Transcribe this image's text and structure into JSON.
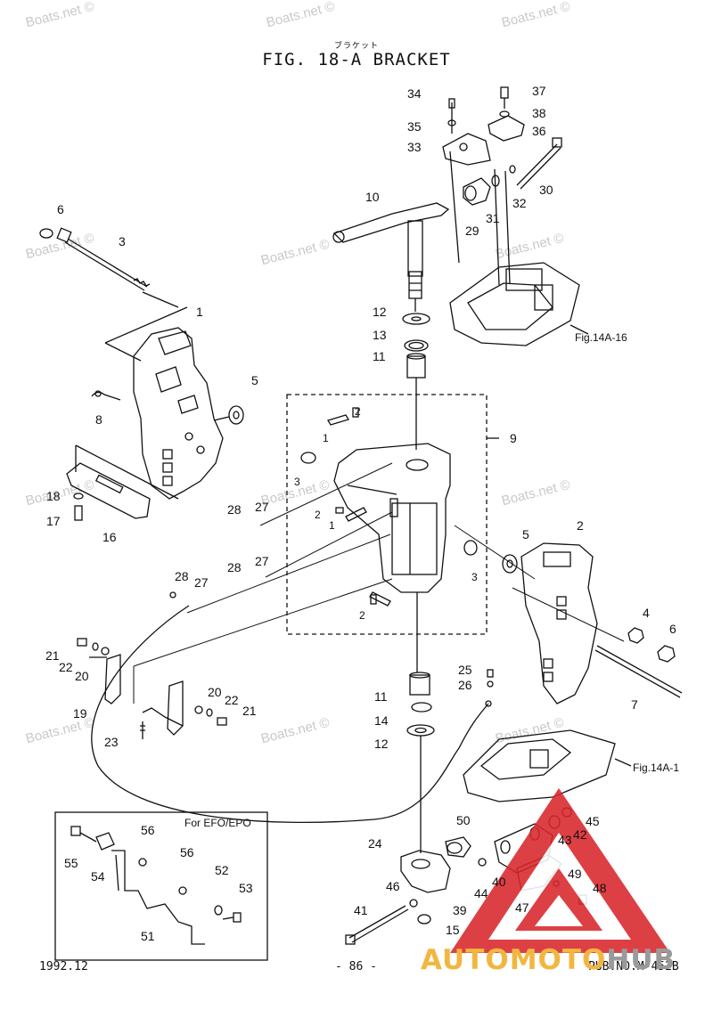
{
  "header": {
    "ruby": "ブラケット",
    "title": "FIG. 18-A BRACKET"
  },
  "footer": {
    "date": "1992.12",
    "page": "- 86 -",
    "pub": "PUB.NO.M-452B"
  },
  "watermark": {
    "text": "Boats.net ©"
  },
  "brand": {
    "part1": "AUTOMOTO",
    "part2": "HUB",
    "color_primary": "#f2b640",
    "color_secondary": "#9a9a9a",
    "logo_red": "#d9262b"
  },
  "references": {
    "fig14a16": "Fig.14A-16",
    "fig14a1": "Fig.14A-1"
  },
  "inset": {
    "title": "For EFO/EPO"
  },
  "callouts": {
    "c1": "1",
    "c2": "2",
    "c3": "3",
    "c4": "4",
    "c5": "5",
    "c6": "6",
    "c7": "7",
    "c8": "8",
    "c9": "9",
    "c10": "10",
    "c11": "11",
    "c12": "12",
    "c13": "13",
    "c14": "14",
    "c15": "15",
    "c16": "16",
    "c17": "17",
    "c18": "18",
    "c19": "19",
    "c20": "20",
    "c21": "21",
    "c22": "22",
    "c23": "23",
    "c24": "24",
    "c25": "25",
    "c26": "26",
    "c27": "27",
    "c28": "28",
    "c29": "29",
    "c30": "30",
    "c31": "31",
    "c32": "32",
    "c33": "33",
    "c34": "34",
    "c35": "35",
    "c36": "36",
    "c37": "37",
    "c38": "38",
    "c39": "39",
    "c40": "40",
    "c41": "41",
    "c42": "42",
    "c43": "43",
    "c44": "44",
    "c45": "45",
    "c46": "46",
    "c47": "47",
    "c48": "48",
    "c49": "49",
    "c50": "50",
    "c51": "51",
    "c52": "52",
    "c53": "53",
    "c54": "54",
    "c55": "55",
    "c56": "56"
  }
}
